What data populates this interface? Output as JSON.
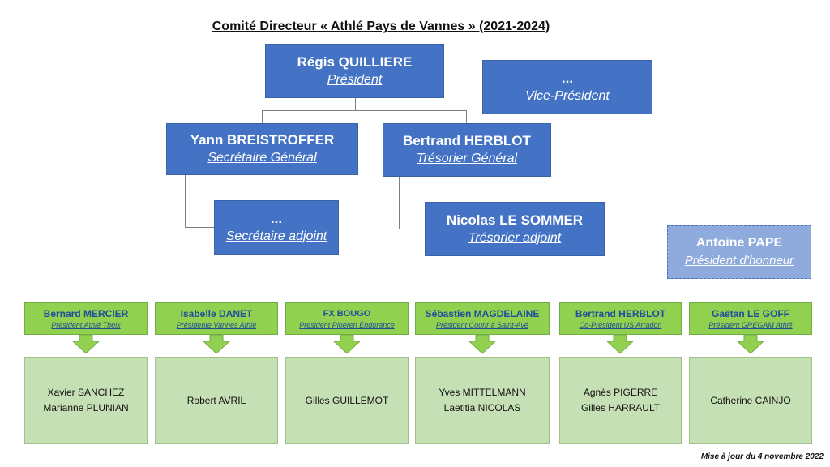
{
  "title": "Comité Directeur « Athlé Pays de Vannes » (2021-2024)",
  "president": {
    "name": "Régis QUILLIERE",
    "role": "Président"
  },
  "vice_president": {
    "name": "...",
    "role": "Vice-Président"
  },
  "secretary": {
    "name": "Yann BREISTROFFER",
    "role": "Secrétaire Général"
  },
  "treasurer": {
    "name": "Bertrand HERBLOT",
    "role": "Trésorier Général"
  },
  "secretary_deputy": {
    "name": "...",
    "role": "Secrétaire adjoint"
  },
  "treasurer_deputy": {
    "name": "Nicolas LE SOMMER",
    "role": "Trésorier adjoint"
  },
  "honorary_president": {
    "name": "Antoine PAPE",
    "role": "Président d’honneur"
  },
  "clubs": [
    {
      "name": "Bernard MERCIER",
      "role": "Président Athlé Theix",
      "members": [
        "Xavier SANCHEZ",
        "Marianne PLUNIAN"
      ]
    },
    {
      "name": "Isabelle DANET",
      "role": "Présidente Vannes Athlé",
      "members": [
        "Robert AVRIL"
      ]
    },
    {
      "name": "FX BOUGO",
      "role": "Président Ploeren Endurance",
      "members": [
        "Gilles GUILLEMOT"
      ]
    },
    {
      "name": "Sébastien MAGDELAINE",
      "role": "Président Courir à Saint-Avé",
      "members": [
        "Yves MITTELMANN",
        "Laetitia NICOLAS"
      ]
    },
    {
      "name": "Bertrand HERBLOT",
      "role": "Co-Président US Arradon",
      "members": [
        "Agnès PIGERRE",
        "Gilles HARRAULT"
      ]
    },
    {
      "name": "Gaëtan LE GOFF",
      "role": "Président GREGAM Athlé",
      "members": [
        "Catherine CAINJO"
      ]
    }
  ],
  "footer": "Mise à jour du 4 novembre 2022",
  "colors": {
    "primary_box": "#4472c4",
    "honorary_box": "#8faadc",
    "club_header": "#92d050",
    "member_box": "#c5e0b4",
    "arrow": "#70ad47"
  }
}
